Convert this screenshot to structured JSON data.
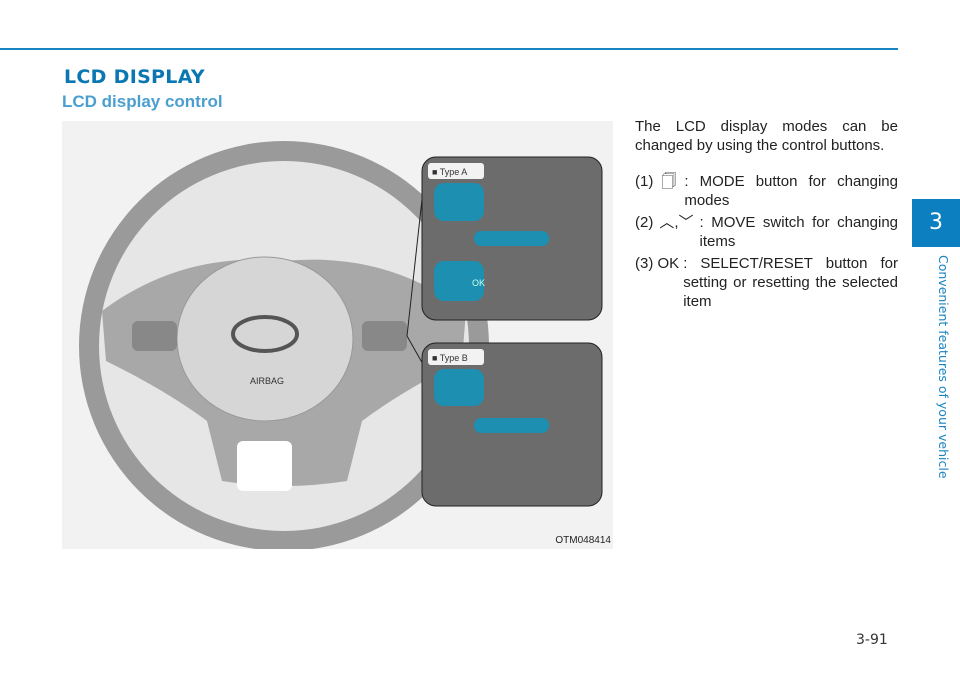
{
  "header": {
    "section_title": "LCD DISPLAY",
    "subsection_title": "LCD display control"
  },
  "figure": {
    "code": "OTM048414",
    "type_a": "■ Type A",
    "type_b": "■ Type B",
    "ok_label": "OK",
    "airbag_label": "AIRBAG"
  },
  "body": {
    "intro": "The LCD display modes can be changed by using the control buttons.",
    "items": [
      {
        "num": "(1)",
        "icon": "mode-icon",
        "desc": ": MODE button for changing modes"
      },
      {
        "num": "(2)",
        "icon": "up-down-chevron-icons",
        "sep": ",",
        "desc": ": MOVE switch for changing items"
      },
      {
        "num": "(3) OK",
        "desc": ": SELECT/RESET button for setting or resetting the selected item"
      }
    ]
  },
  "sidebar": {
    "chapter": "3",
    "chapter_title": "Convenient features of your vehicle"
  },
  "footer": {
    "page_number": "3-91"
  },
  "colors": {
    "accent": "#0b7fc0",
    "subtitle": "#4a9fd0",
    "button": "#1d8fb0"
  }
}
